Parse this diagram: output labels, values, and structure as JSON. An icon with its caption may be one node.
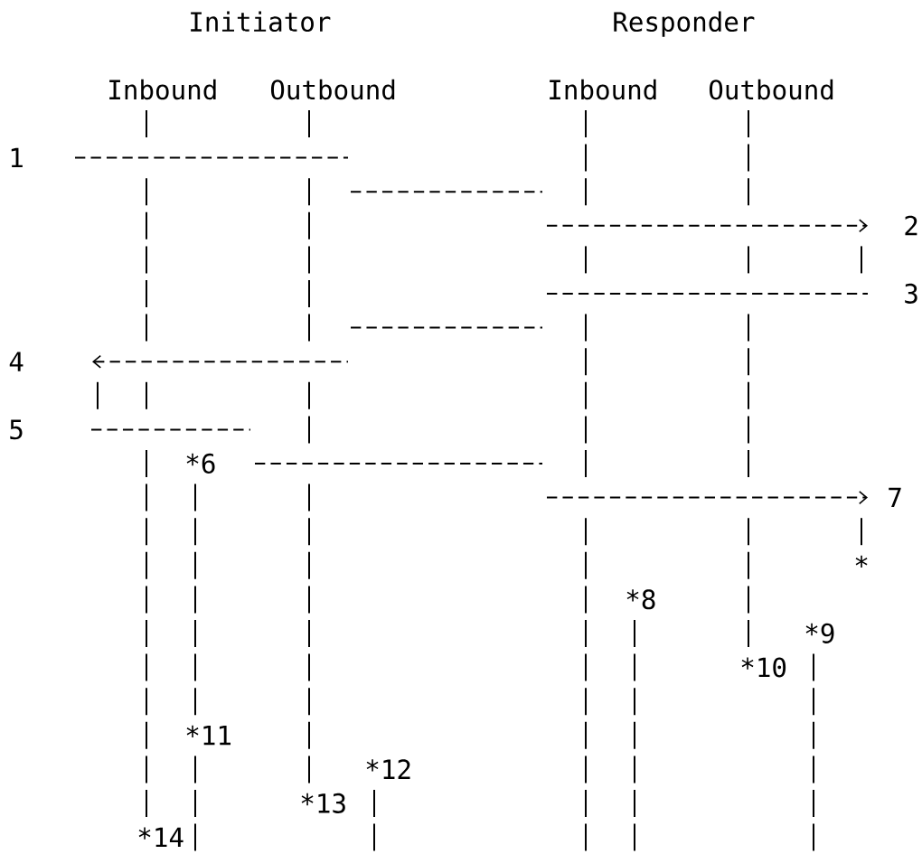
{
  "diagram": {
    "labels": [
      "Initiator",
      "Responder",
      "Inbound",
      "Outbound",
      "Inbound",
      "Outbound",
      "1",
      "2",
      "3",
      "4",
      "5",
      "*6",
      "7",
      "*",
      "*8",
      "*9",
      "*10",
      "*11",
      "*12",
      "*13",
      "*14"
    ]
  }
}
